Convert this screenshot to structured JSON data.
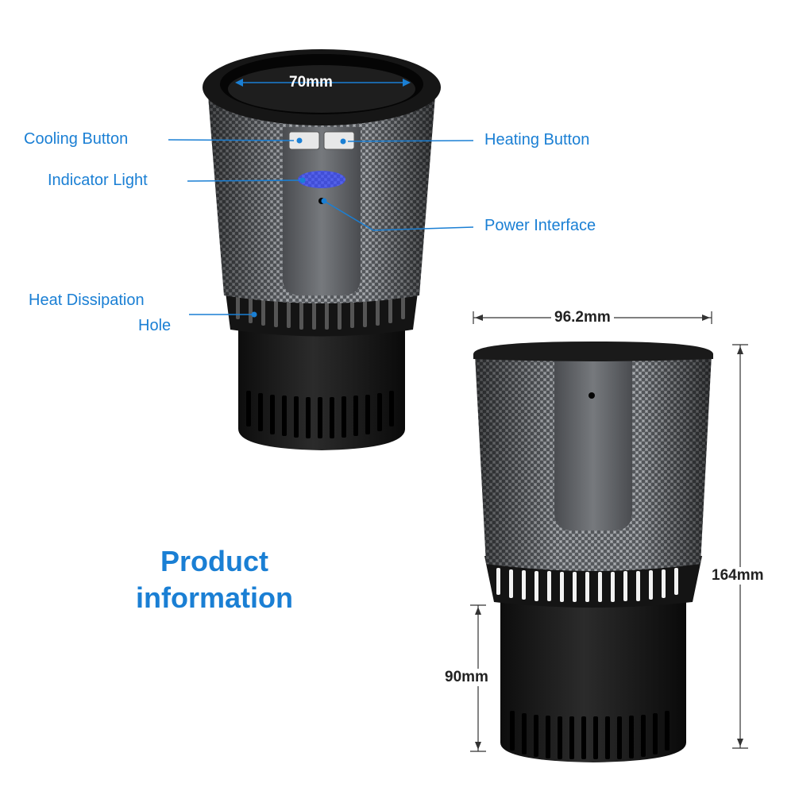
{
  "callouts": {
    "cooling_button": "Cooling Button",
    "heating_button": "Heating Button",
    "indicator_light": "Indicator Light",
    "power_interface": "Power Interface",
    "heat_dissipation_line1": "Heat Dissipation",
    "heat_dissipation_line2": "Hole"
  },
  "dimensions": {
    "inner_diameter": "70mm",
    "outer_diameter": "96.2mm",
    "total_height": "164mm",
    "base_height": "90mm"
  },
  "headline": {
    "line1": "Product",
    "line2": "information"
  },
  "colors": {
    "accent_blue": "#1a7fd4",
    "body_black": "#1c1c1c",
    "carbon_grey": "#6b6e72",
    "indicator_blue": "#3a4bff"
  }
}
